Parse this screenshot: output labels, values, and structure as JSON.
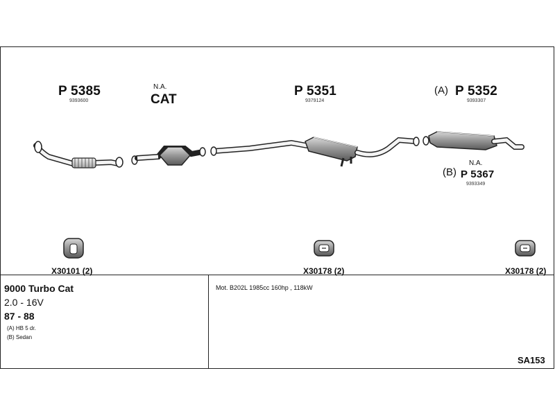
{
  "parts": [
    {
      "id": "p5385",
      "number": "P 5385",
      "oem": "9393600"
    },
    {
      "id": "cat",
      "na": "N.A.",
      "label": "CAT"
    },
    {
      "id": "p5351",
      "number": "P 5351",
      "oem": "9379124"
    },
    {
      "id": "p5352",
      "variant": "(A)",
      "number": "P 5352",
      "oem": "9393307"
    },
    {
      "id": "p5367",
      "variant": "(B)",
      "na": "N.A.",
      "number": "P 5367",
      "oem": "9393349"
    }
  ],
  "clamps": [
    {
      "code": "X30101 (2)"
    },
    {
      "code": "X30178 (2)"
    },
    {
      "code": "X30178 (2)"
    }
  ],
  "vehicle": {
    "model": "9000 Turbo Cat",
    "engine": "2.0 - 16V",
    "years": "87 - 88",
    "note_a": "(A) HB 5 dr.",
    "note_b": "(B) Sedan"
  },
  "description": "Mot. B202L 1985cc 160hp , 118kW",
  "diagram_code": "SA153",
  "colors": {
    "line": "#222222",
    "fill_light": "#e6e6e6",
    "fill_mid": "#bdbdbd",
    "fill_dark": "#8a8a8a"
  }
}
